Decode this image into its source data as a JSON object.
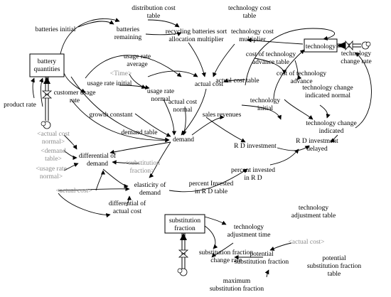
{
  "stocks": {
    "battery_quantities": [
      "battery",
      "quantities"
    ],
    "technology": [
      "technology"
    ],
    "substitution_fraction": [
      "substitution",
      "fraction"
    ]
  },
  "variables": {
    "batteries_initial": [
      "batteries initial"
    ],
    "distribution_cost_table": [
      "distribution cost",
      "table"
    ],
    "batteries_remaining": [
      "batteries",
      "remaining"
    ],
    "recycling_multiplier": [
      "recycling batteries sort",
      "allocation multiplier"
    ],
    "technology_cost_table": [
      "technology cost",
      "table"
    ],
    "technology_cost_multiplier": [
      "technology cost",
      "multiplier"
    ],
    "technology_change_rate": [
      "technology",
      "change rate"
    ],
    "cost_tech_advance_table": [
      "cost of technology",
      "advance table"
    ],
    "cost_tech_advance": [
      "cost of technology",
      "advance"
    ],
    "tech_change_normal": [
      "technology change",
      "indicated normal"
    ],
    "technology_initial": [
      "technology",
      "initial"
    ],
    "tech_change_indicated": [
      "technology change",
      "indicated"
    ],
    "rd_investment_delayed": [
      "R D investment",
      "delayed"
    ],
    "usage_rate_average": [
      "usage rate",
      "average"
    ],
    "time_shadow": [
      "<Time>"
    ],
    "usage_rate_initial": [
      "usage rate initial"
    ],
    "usage_rate_normal": [
      "usage rate",
      "normal"
    ],
    "actual_cost": [
      "actual cost"
    ],
    "actual_cost_table": [
      "actual cost table"
    ],
    "actual_cost_normal": [
      "actual cost",
      "normal"
    ],
    "customer_usage_rate": [
      "customer usage",
      "rate"
    ],
    "product_rate": [
      "product rate"
    ],
    "growth_constant": [
      "growth constant"
    ],
    "sales_revenues": [
      "sales revenues"
    ],
    "demand_table": [
      "demand table"
    ],
    "demand": [
      "demand"
    ],
    "rd_investment": [
      "R D investment"
    ],
    "actual_cost_normal_shadow": [
      "<actual cost",
      "normal>"
    ],
    "demand_table_shadow": [
      "<demand",
      "table>"
    ],
    "usage_rate_normal_shadow": [
      "<usage rate",
      "normal>"
    ],
    "differential_demand": [
      "differential of",
      "demand"
    ],
    "substitution_fraction_shadow": [
      "<substitution",
      "fraction>"
    ],
    "elasticity_demand": [
      "elasticity of",
      "demand"
    ],
    "actual_cost_shadow": [
      "<actual cost>"
    ],
    "differential_actual_cost": [
      "differential of",
      "actual cost"
    ],
    "percent_invested_table": [
      "percent Invested",
      "in R D table"
    ],
    "percent_invested": [
      "percent invested",
      "in R D"
    ],
    "technology_adjustment_table": [
      "technology",
      "adjustment table"
    ],
    "technology_adjustment_time": [
      "technology",
      "adjustment time"
    ],
    "actual_cost_shadow_2": [
      "<actual cost>"
    ],
    "substitution_change_rate": [
      "substitution fraction",
      "change rate"
    ],
    "potential_substitution": [
      "potential",
      "substitution fraction"
    ],
    "potential_substitution_table": [
      "potential",
      "substitution fraction",
      "table"
    ],
    "maximum_substitution": [
      "maximum",
      "substitution fraction"
    ]
  }
}
